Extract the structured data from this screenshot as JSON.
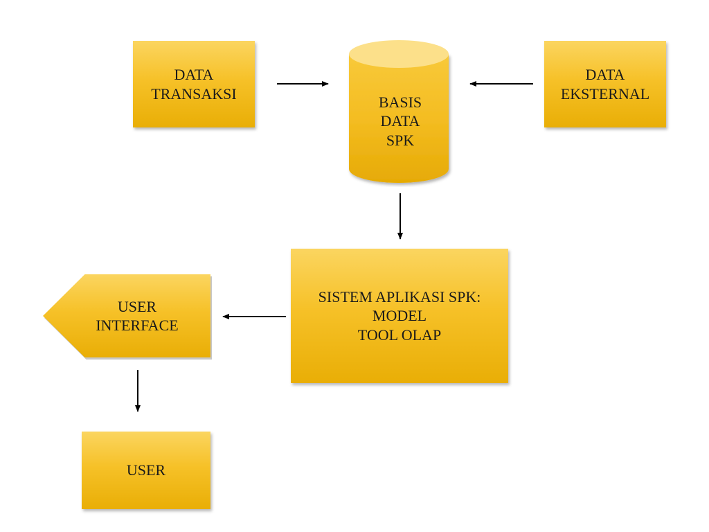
{
  "nodes": {
    "data_transaksi": "DATA\nTRANSAKSI",
    "basis_data": "BASIS\nDATA\nSPK",
    "data_eksternal": "DATA\nEKSTERNAL",
    "sistem_aplikasi": "SISTEM APLIKASI SPK:\nMODEL\nTOOL OLAP",
    "user_interface": "USER\nINTERFACE",
    "user": "USER"
  },
  "colors": {
    "box_fill": "#f6c128",
    "box_fill_light": "#fbd560",
    "box_fill_dark": "#e9ae06",
    "arrow": "#000000"
  }
}
